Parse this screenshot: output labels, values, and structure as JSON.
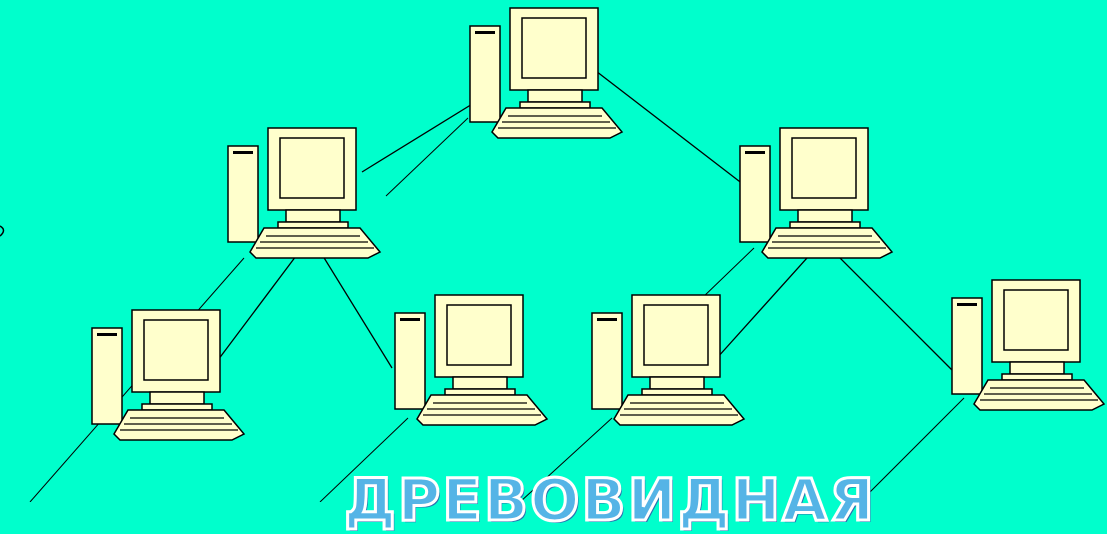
{
  "diagram": {
    "title": "ДРЕВОВИДНАЯ",
    "colors": {
      "background": "#00ffcc",
      "computer_fill": "#ffffcc",
      "outline": "#000000",
      "title_fill": "#55b4e6"
    },
    "nodes": [
      {
        "id": "pc-root",
        "icon": "computer-icon"
      },
      {
        "id": "pc-mid-left",
        "icon": "computer-icon"
      },
      {
        "id": "pc-mid-right",
        "icon": "computer-icon"
      },
      {
        "id": "pc-leaf-1",
        "icon": "computer-icon"
      },
      {
        "id": "pc-leaf-2",
        "icon": "computer-icon"
      },
      {
        "id": "pc-leaf-3",
        "icon": "computer-icon"
      },
      {
        "id": "pc-leaf-4",
        "icon": "computer-icon"
      }
    ],
    "edges": [
      [
        "pc-root",
        "pc-mid-left"
      ],
      [
        "pc-root",
        "pc-mid-right"
      ],
      [
        "pc-mid-left",
        "pc-leaf-1"
      ],
      [
        "pc-mid-left",
        "pc-leaf-2"
      ],
      [
        "pc-mid-right",
        "pc-leaf-3"
      ],
      [
        "pc-mid-right",
        "pc-leaf-4"
      ]
    ]
  }
}
